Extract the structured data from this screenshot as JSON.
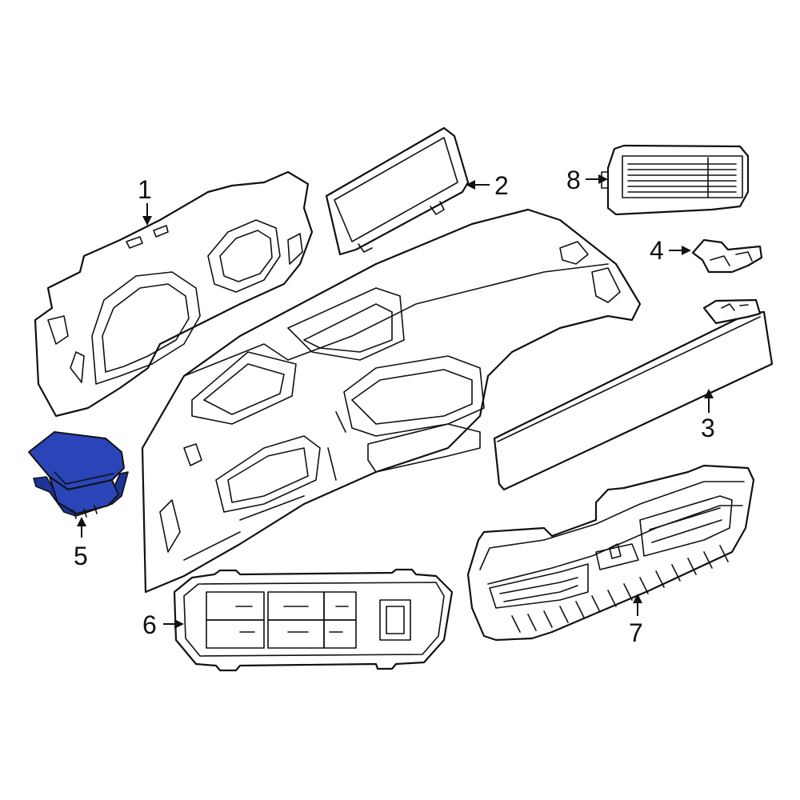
{
  "callouts": [
    {
      "id": "1",
      "label": "1"
    },
    {
      "id": "2",
      "label": "2"
    },
    {
      "id": "3",
      "label": "3"
    },
    {
      "id": "4",
      "label": "4"
    },
    {
      "id": "5",
      "label": "5"
    },
    {
      "id": "6",
      "label": "6"
    },
    {
      "id": "7",
      "label": "7"
    },
    {
      "id": "8",
      "label": "8"
    }
  ],
  "highlight_color": "#2a45b8",
  "highlighted_part": "5"
}
